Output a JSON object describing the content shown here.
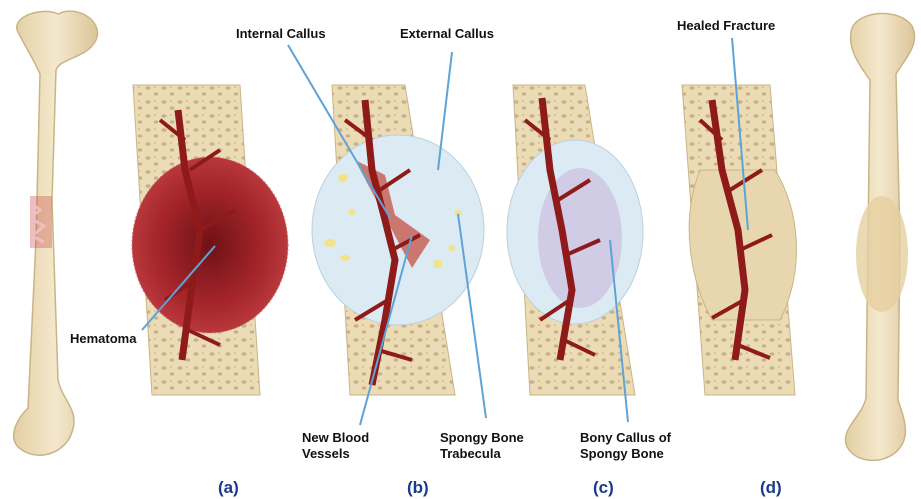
{
  "labels": {
    "internal_callus": "Internal Callus",
    "external_callus": "External Callus",
    "healed_fracture": "Healed Fracture",
    "hematoma": "Hematoma",
    "new_blood_vessels_1": "New Blood",
    "new_blood_vessels_2": "Vessels",
    "spongy_bone_trabecula_1": "Spongy Bone",
    "spongy_bone_trabecula_2": "Trabecula",
    "bony_callus_1": "Bony Callus of",
    "bony_callus_2": "Spongy Bone"
  },
  "panels": [
    "(a)",
    "(b)",
    "(c)",
    "(d)"
  ],
  "colors": {
    "bone": "#ecdcb6",
    "bone_edge": "#c9b486",
    "vessel": "#8e1a1a",
    "hematoma": "#a7262b",
    "callus": "#dcebf3",
    "leader": "#5ea3d8",
    "panel_label": "#1a3a8c"
  }
}
